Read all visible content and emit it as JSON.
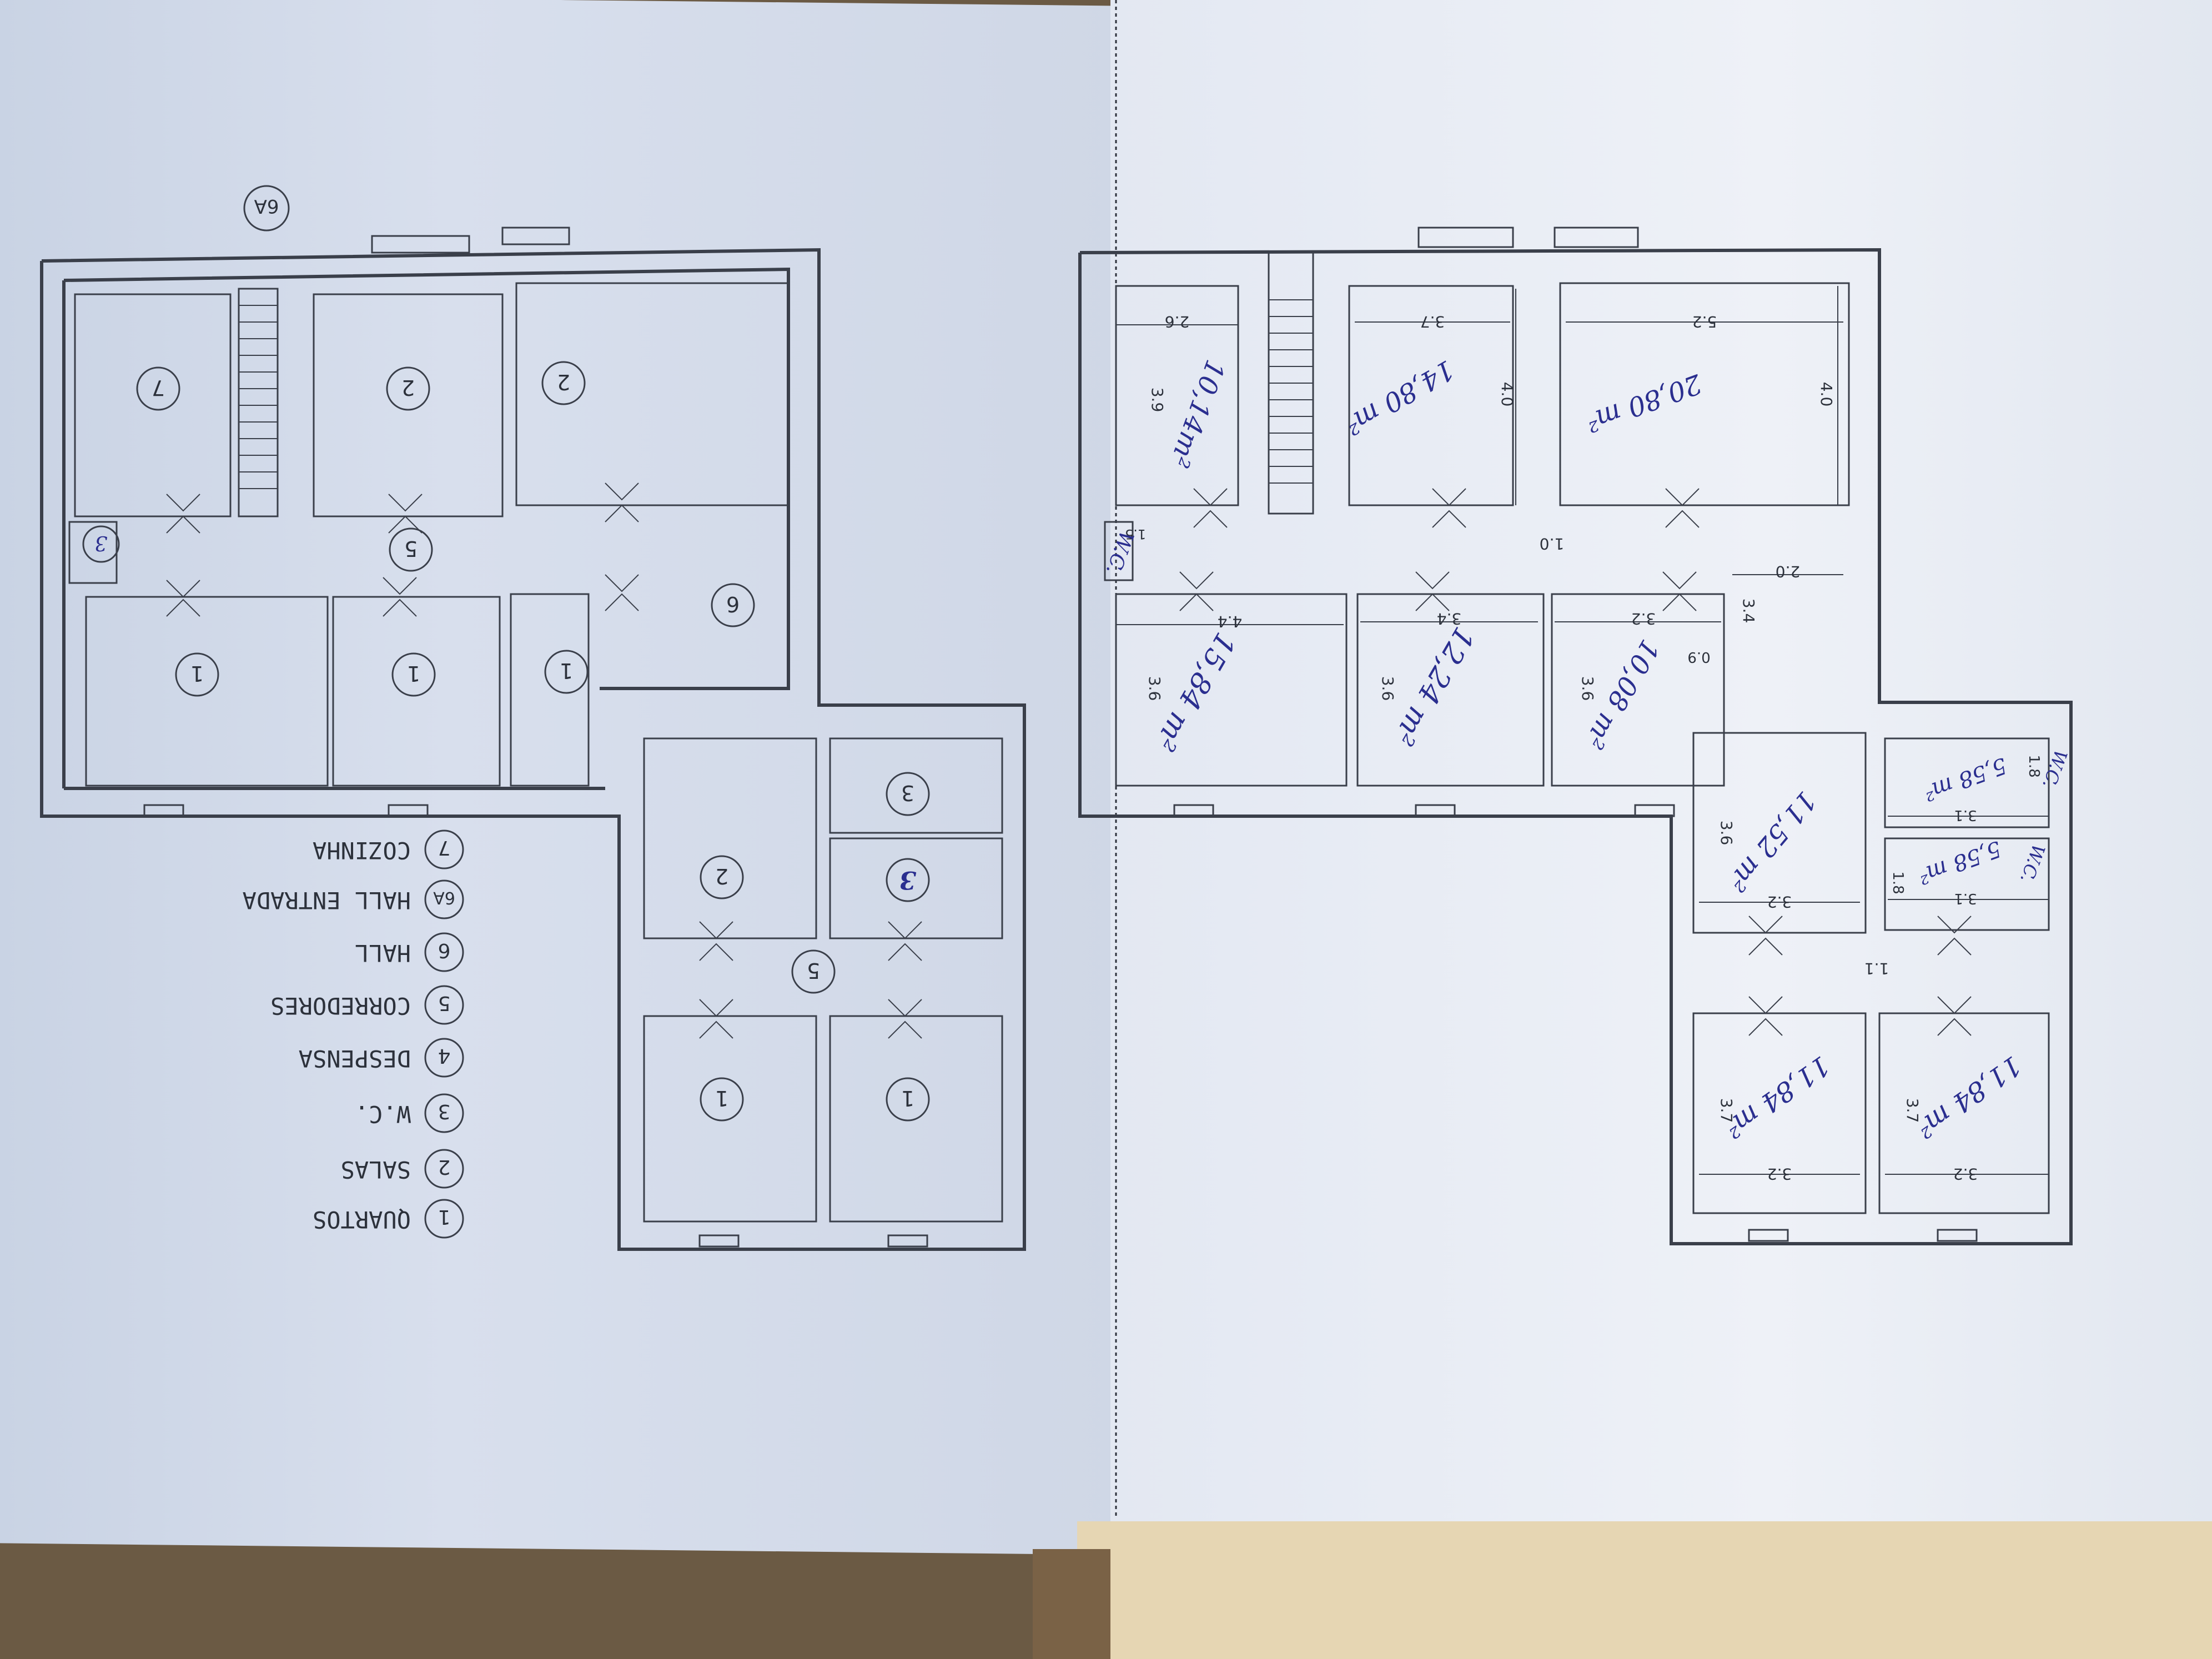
{
  "left_plan": {
    "room_tags": {
      "kitchen": "7",
      "sala_a": "2",
      "sala_b": "2",
      "corridor_upper": "5",
      "wc_small": "3",
      "quarto_a": "1",
      "quarto_b": "1",
      "quarto_c": "1",
      "hall": "6",
      "sala_c": "2",
      "wc_c": "3",
      "wc_d": "3",
      "corridor_lower": "5",
      "quarto_d": "1",
      "quarto_e": "1",
      "entrance": "6A"
    },
    "legend": [
      {
        "num": "1",
        "label": "QUARTOS"
      },
      {
        "num": "2",
        "label": "SALAS"
      },
      {
        "num": "3",
        "label": "W.C."
      },
      {
        "num": "4",
        "label": "DESPENSA"
      },
      {
        "num": "5",
        "label": "CORREDORES"
      },
      {
        "num": "6",
        "label": "HALL"
      },
      {
        "num": "6A",
        "label": "HALL ENTRADA"
      },
      {
        "num": "7",
        "label": "COZINHA"
      }
    ]
  },
  "right_plan": {
    "dimensions": {
      "r1_w": "2.6",
      "r1_h": "3.9",
      "r2_w": "3.7",
      "r2_h": "4.0",
      "r3_w": "5.2",
      "r3_h": "4.0",
      "wc_w": "1.5",
      "corr_h": "1.0",
      "r4_w": "4.4",
      "r4_h": "3.6",
      "r5_w": "3.4",
      "r5_h": "3.6",
      "r6_w": "3.2",
      "r6_h": "3.6",
      "r6_small": "0.9",
      "hall_w": "2.0",
      "hall_h": "3.4",
      "r7_w": "3.2",
      "r7_h": "3.6",
      "wc2_w": "3.1",
      "wc2_h": "1.8",
      "wc3_w": "3.1",
      "wc3_h": "1.8",
      "corr2_h": "1.1",
      "r8_w": "3.2",
      "r8_h": "3.7",
      "r9_w": "3.2",
      "r9_h": "3.7"
    },
    "areas": {
      "r1": "10,14m²",
      "r2": "14,80 m²",
      "r3": "20,80 m²",
      "r4": "15,84 m²",
      "r5": "12,24 m²",
      "r6": "10,08 m²",
      "r7": "11,52 m²",
      "wc2": "5,58 m²",
      "wc3": "5,58 m²",
      "r8": "11,84 m²",
      "r9": "11,84 m²"
    },
    "wc_labels": {
      "wc_small": "W.C.",
      "wc2": "W.C.",
      "wc3": "W.C."
    }
  }
}
